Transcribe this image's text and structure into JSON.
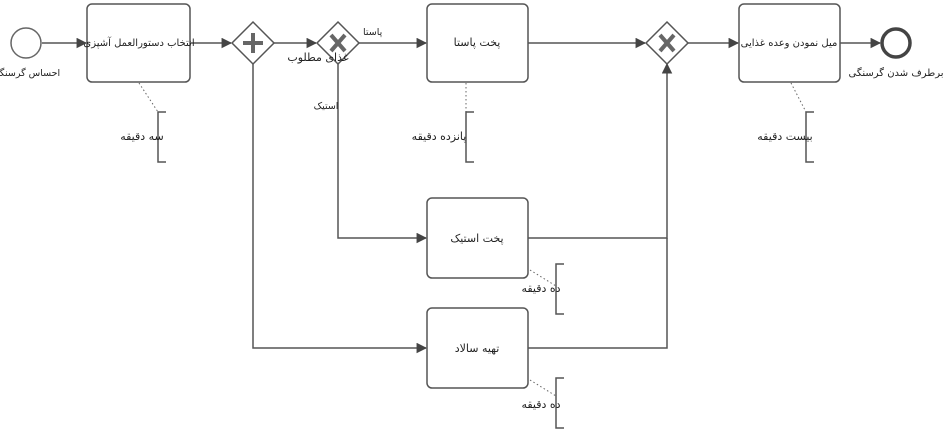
{
  "diagram": {
    "start_event_label": "احساس گرسنگی",
    "end_event_label": "برطرف شدن گرسنگی",
    "tasks": {
      "select_recipe": "انتخاب دستورالعمل آشپزی",
      "cook_pasta": "پخت پاستا",
      "cook_steak": "پخت استیک",
      "prepare_salad": "تهیه سالاد",
      "eat_meal": "میل نمودن وعده غذایی"
    },
    "gateway_label": "غذای مطلوب",
    "flow_labels": {
      "pasta": "پاستا",
      "steak": "استیک"
    },
    "annotations": {
      "three_minutes": "سه دقیقه",
      "fifteen_minutes": "پانزده دقیقه",
      "ten_minutes_steak": "ده دقیقه",
      "ten_minutes_salad": "ده دقیقه",
      "twenty_minutes": "بیست دقیقه"
    }
  }
}
